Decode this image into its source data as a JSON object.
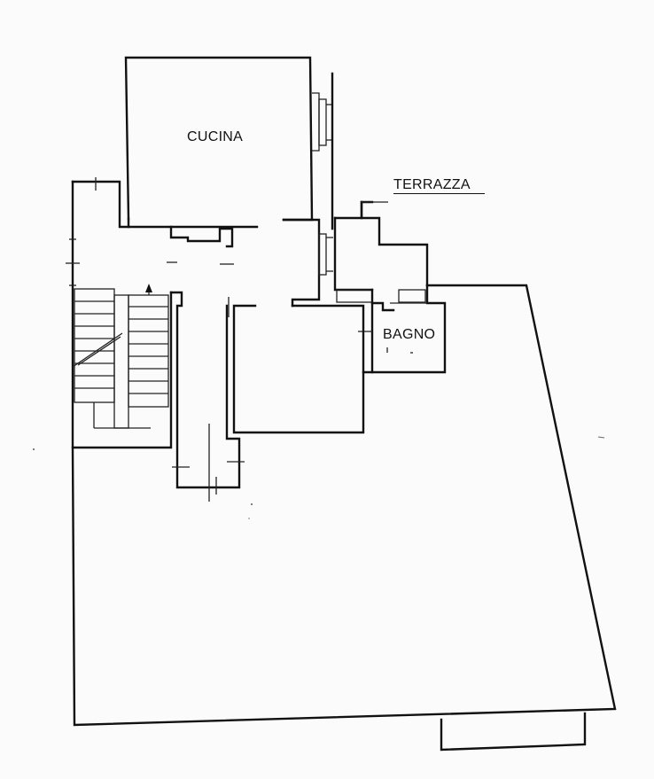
{
  "plan": {
    "rooms": [
      {
        "id": "cucina",
        "label": "CUCINA"
      },
      {
        "id": "terrazza",
        "label": "TERRAZZA"
      },
      {
        "id": "bagno",
        "label": "BAGNO"
      }
    ],
    "colors": {
      "line": "#111111",
      "background": "#fbfbfb"
    }
  }
}
